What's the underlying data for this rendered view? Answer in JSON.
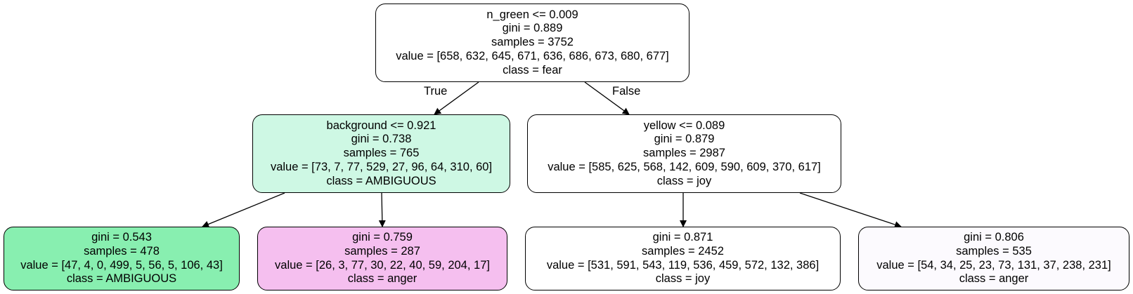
{
  "nodes": {
    "root": {
      "split": "n_green <= 0.009",
      "gini": "gini = 0.889",
      "samples": "samples = 3752",
      "value": "value = [658, 632, 645, 671, 636, 686, 673, 680, 677]",
      "class": "class = fear",
      "fill": "#ffffff"
    },
    "left": {
      "split": "background <= 0.921",
      "gini": "gini = 0.738",
      "samples": "samples = 765",
      "value": "value = [73, 7, 77, 529, 27, 96, 64, 310, 60]",
      "class": "class = AMBIGUOUS",
      "fill": "#cef8e4"
    },
    "right": {
      "split": "yellow <= 0.089",
      "gini": "gini = 0.879",
      "samples": "samples = 2987",
      "value": "value = [585, 625, 568, 142, 609, 590, 609, 370, 617]",
      "class": "class = joy",
      "fill": "#ffffff"
    },
    "left_left": {
      "gini": "gini = 0.543",
      "samples": "samples = 478",
      "value": "value = [47, 4, 0, 499, 5, 56, 5, 106, 43]",
      "class": "class = AMBIGUOUS",
      "fill": "#88efb0"
    },
    "left_right": {
      "gini": "gini = 0.759",
      "samples": "samples = 287",
      "value": "value = [26, 3, 77, 30, 22, 40, 59, 204, 17]",
      "class": "class = anger",
      "fill": "#f5bfef"
    },
    "right_left": {
      "gini": "gini = 0.871",
      "samples": "samples = 2452",
      "value": "value = [531, 591, 543, 119, 536, 459, 572, 132, 386]",
      "class": "class = joy",
      "fill": "#ffffff"
    },
    "right_right": {
      "gini": "gini = 0.806",
      "samples": "samples = 535",
      "value": "value = [54, 34, 25, 23, 73, 131, 37, 238, 231]",
      "class": "class = anger",
      "fill": "#fcfafe"
    }
  },
  "edge_labels": {
    "true": "True",
    "false": "False"
  }
}
